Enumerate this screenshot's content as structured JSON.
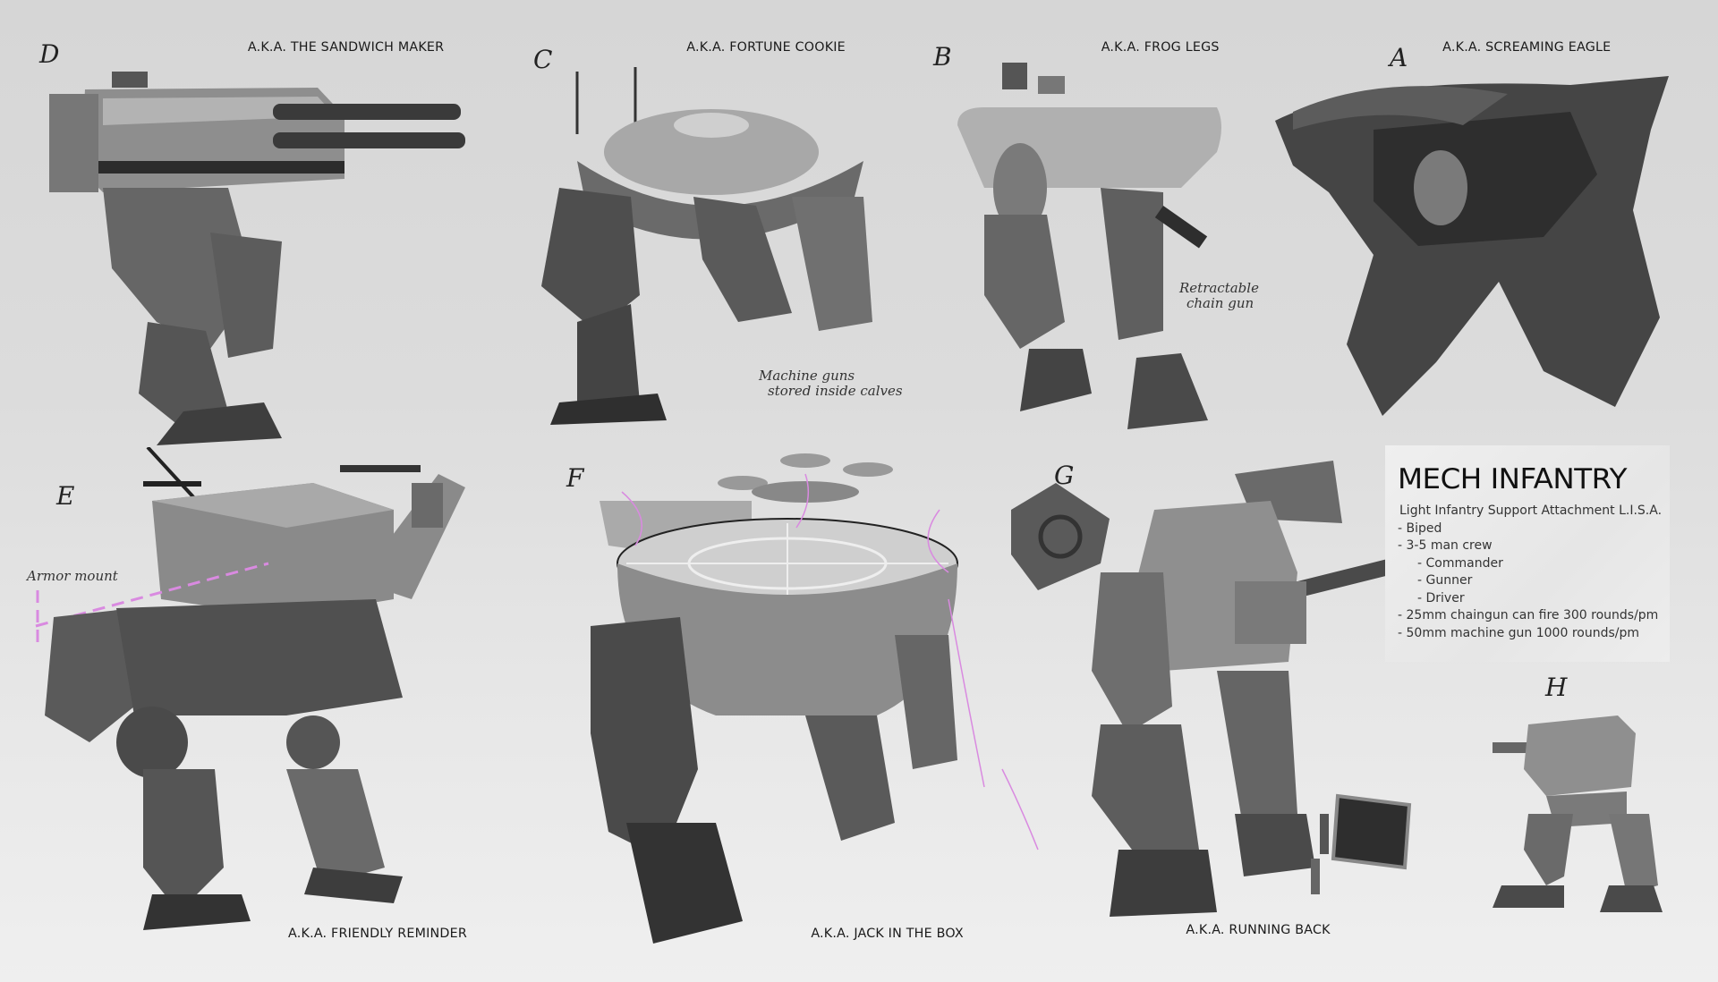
{
  "sheet": {
    "accent_color": "#d98ae0",
    "background_color": "#dcdcdc"
  },
  "designs": [
    {
      "letter": "D",
      "aka": "A.K.A. THE SANDWICH MAKER"
    },
    {
      "letter": "C",
      "aka": "A.K.A. FORTUNE COOKIE",
      "note": [
        "Machine guns",
        "stored inside calves"
      ]
    },
    {
      "letter": "B",
      "aka": "A.K.A. FROG LEGS",
      "note": [
        "Retractable",
        "chain gun"
      ]
    },
    {
      "letter": "A",
      "aka": "A.K.A. SCREAMING EAGLE"
    },
    {
      "letter": "E",
      "aka": "A.K.A. FRIENDLY REMINDER",
      "note": [
        "Armor mount"
      ]
    },
    {
      "letter": "F",
      "aka": "A.K.A. JACK IN THE BOX"
    },
    {
      "letter": "G",
      "aka": "A.K.A. RUNNING BACK"
    },
    {
      "letter": "H"
    }
  ],
  "infobox": {
    "title": "MECH INFANTRY",
    "lines": [
      "Light Infantry Support Attachment L.I.S.A.",
      "- Biped",
      "- 3-5 man crew",
      "- Commander",
      "- Gunner",
      "- Driver",
      "- 25mm chaingun can fire 300 rounds/pm",
      "- 50mm machine gun 1000 rounds/pm"
    ]
  }
}
